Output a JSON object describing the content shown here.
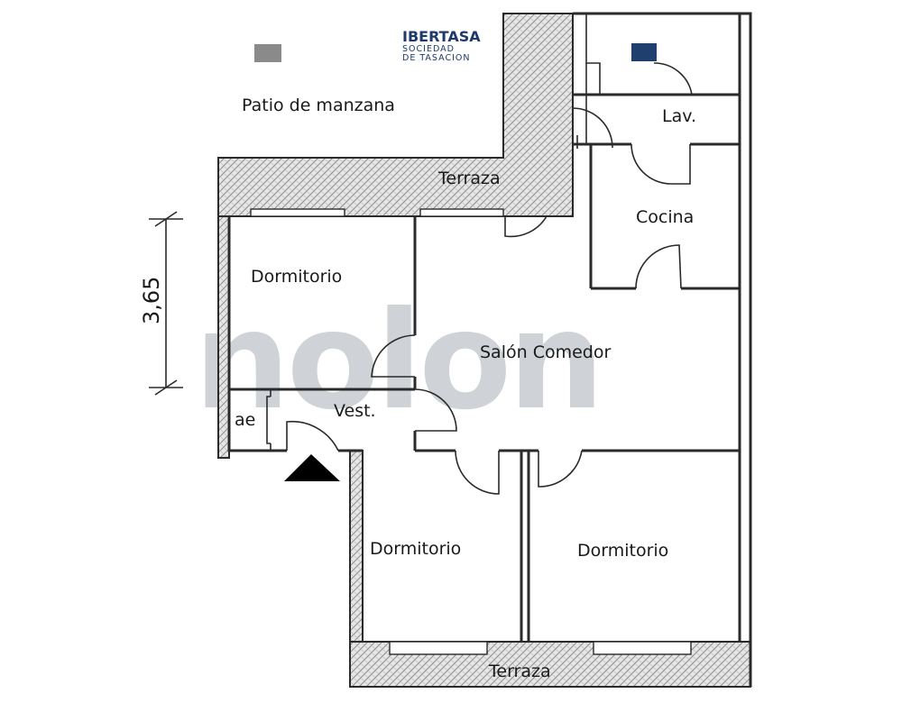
{
  "logo": {
    "name": "IBERTASA",
    "tagline_1": "SOCIEDAD",
    "tagline_2": "DE TASACION"
  },
  "watermark": "nolon",
  "dimension": "3,65",
  "rooms": {
    "patio": "Patio de manzana",
    "terraza_top": "Terraza",
    "lavadero": "Lav.",
    "cocina": "Cocina",
    "dormitorio_1": "Dormitorio",
    "salon": "Salón Comedor",
    "vestibulo": "Vest.",
    "ae": "ae",
    "dormitorio_2": "Dormitorio",
    "dormitorio_3": "Dormitorio",
    "terraza_bottom": "Terraza"
  },
  "colors": {
    "wall": "#2a2a2a",
    "logo_blue": "#1d3a6b",
    "marker_grey": "#8a8a8a",
    "marker_blue": "#1f3f6e",
    "watermark": "#a9b0b8"
  }
}
